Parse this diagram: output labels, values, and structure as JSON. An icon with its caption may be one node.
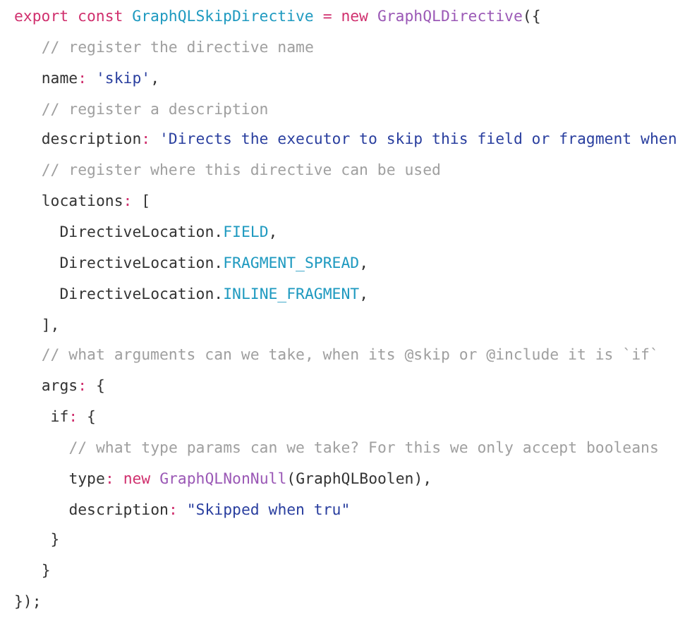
{
  "diagram": {
    "labels": [
      "export const GraphQLSkipDirective = new GraphQLDirective({",
      "// register the directive name",
      "name: 'skip',",
      "// register a description",
      "description: 'Directs the executor to skip this field or fragment when",
      "// register where this directive can be used",
      "locations: [",
      "DirectiveLocation.FIELD,",
      "DirectiveLocation.FRAGMENT_SPREAD,",
      "DirectiveLocation.INLINE_FRAGMENT,",
      "],",
      "// what arguments can we take, when its @skip or @include it is `if`",
      "args: {",
      "if: {",
      "// what type params can we take? For this we only accept booleans",
      "type: new GraphQLNonNull(GraphQLBoolen),",
      "description: \"Skipped when tru\"",
      "}",
      "}",
      "});"
    ]
  }
}
